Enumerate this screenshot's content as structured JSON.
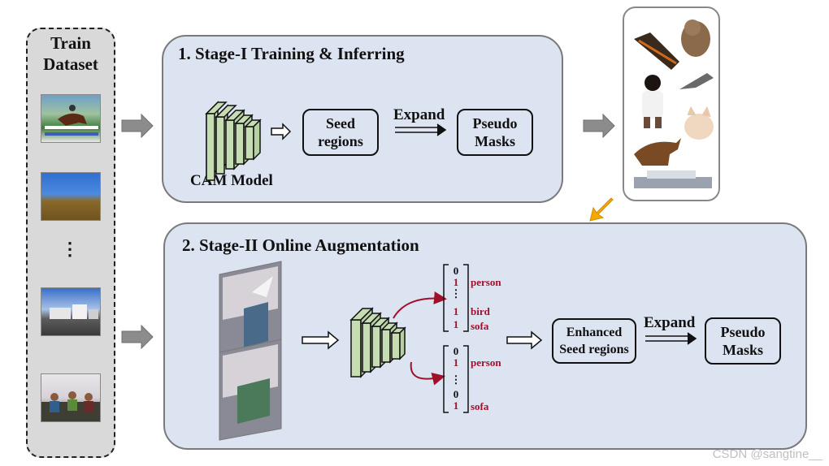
{
  "dataset": {
    "title_line1": "Train",
    "title_line2": "Dataset",
    "ellipsis": "⋮"
  },
  "stage1": {
    "title": "1. Stage-I Training  & Inferring",
    "model_label": "CAM Model",
    "seed_box": "Seed\nregions",
    "expand_label": "Expand",
    "pseudo_box": "Pseudo\nMasks"
  },
  "stage2": {
    "title": "2. Stage-II Online Augmentation",
    "vector1": {
      "labels": [
        "person",
        "bird",
        "sofa"
      ]
    },
    "vector2": {
      "labels": [
        "person",
        "sofa"
      ]
    },
    "enhanced_box": "Enhanced\nSeed regions",
    "expand_label": "Expand",
    "pseudo_box": "Pseudo\nMasks"
  },
  "watermark": "CSDN @sangtine__",
  "colors": {
    "stage_bg": "#dce3f1",
    "dataset_bg": "#d9d9d9",
    "cube_fill": "#c6dcb3",
    "red": "#a0102a",
    "orange_arrow": "#f5a800",
    "gray_arrow": "#8c8c8c"
  }
}
